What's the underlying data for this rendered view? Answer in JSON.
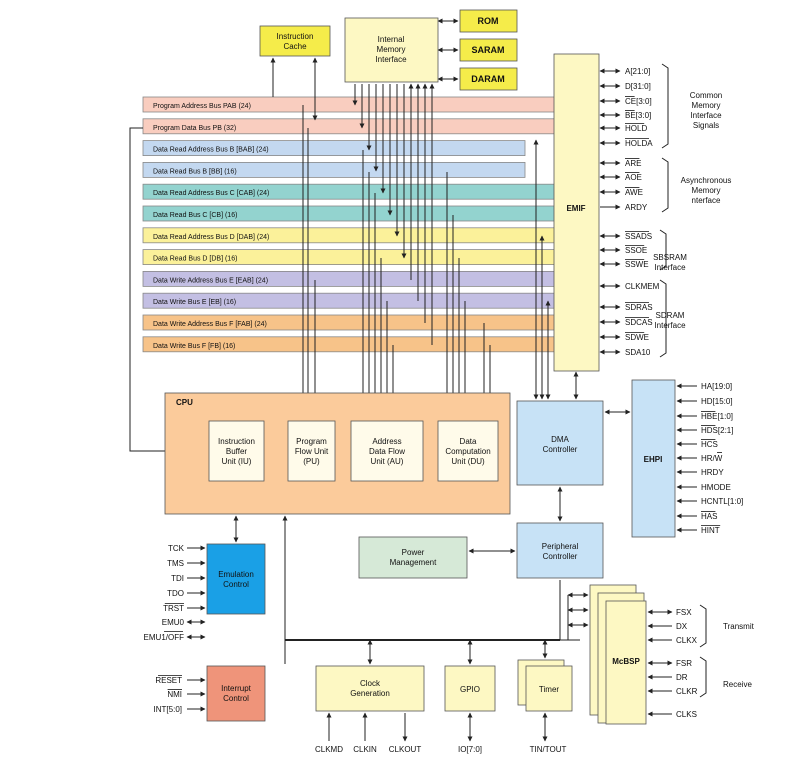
{
  "colors": {
    "yellow": "#fdf8c3",
    "yellow_strong": "#f5ec4a",
    "pink": "#f9cdbf",
    "blue": "#c3d8f0",
    "teal": "#93d3cf",
    "bus_yellow": "#fbf19a",
    "purple": "#c3bfe3",
    "orange": "#f7c389",
    "cpu": "#fbcb9b",
    "dma": "#c7e2f6",
    "green": "#d6e9d7",
    "emu": "#1aa0e6",
    "irq": "#ef947a",
    "line": "#222222"
  },
  "memory": {
    "instruction_cache": [
      "Instruction",
      "Cache"
    ],
    "internal_memory_interface": [
      "Internal",
      "Memory",
      "Interface"
    ],
    "rom": "ROM",
    "saram": "SARAM",
    "daram": "DARAM"
  },
  "buses": [
    {
      "label": "Program Address Bus PAB (24)",
      "color": "pink"
    },
    {
      "label": "Program Data Bus PB (32)",
      "color": "pink"
    },
    {
      "label": "Data Read Address Bus B [BAB] (24)",
      "color": "blue"
    },
    {
      "label": "Data Read Bus B [BB] (16)",
      "color": "blue"
    },
    {
      "label": "Data Read Address Bus C [CAB] (24)",
      "color": "teal"
    },
    {
      "label": "Data Read Bus C [CB] (16)",
      "color": "teal"
    },
    {
      "label": "Data Read Address Bus D [DAB] (24)",
      "color": "bus_yellow"
    },
    {
      "label": "Data Read Bus D [DB] (16)",
      "color": "bus_yellow"
    },
    {
      "label": "Data Write Address Bus E [EAB] (24)",
      "color": "purple"
    },
    {
      "label": "Data Write Bus E [EB] (16)",
      "color": "purple"
    },
    {
      "label": "Data Write Address Bus F [FAB] (24)",
      "color": "orange"
    },
    {
      "label": "Data Write Bus F [FB] (16)",
      "color": "orange"
    }
  ],
  "emif": {
    "label": "EMIF",
    "signals": [
      "A[21:0]",
      "D[31:0]",
      "CE[3:0]",
      "BE[3:0]",
      "HOLD",
      "HOLDA",
      "ARE",
      "AOE",
      "AWE",
      "ARDY",
      "SSADS",
      "SSOE",
      "SSWE",
      "CLKMEM",
      "SDRAS",
      "SDCAS",
      "SDWE",
      "SDA10"
    ],
    "groups": [
      {
        "lines": [
          "Common",
          "Memory",
          "Interface",
          "Signals"
        ]
      },
      {
        "lines": [
          "Asynchronous",
          "Memory",
          "nterface"
        ]
      },
      {
        "lines": [
          "SBSRAM",
          "Interface"
        ]
      },
      {
        "lines": [
          "SDRAM",
          "Interface"
        ]
      }
    ]
  },
  "cpu": {
    "title": "CPU",
    "units": [
      [
        "Instruction",
        "Buffer",
        "Unit (IU)"
      ],
      [
        "Program",
        "Flow Unit",
        "(PU)"
      ],
      [
        "Address",
        "Data Flow",
        "Unit (AU)"
      ],
      [
        "Data",
        "Computation",
        "Unit (DU)"
      ]
    ]
  },
  "dma": [
    "DMA",
    "Controller"
  ],
  "ehpi": {
    "label": "EHPI",
    "signals": [
      "HA[19:0]",
      "HD[15:0]",
      "HBE[1:0]",
      "HDS[2:1]",
      "HCS",
      "HR/W",
      "HRDY",
      "HMODE",
      "HCNTL[1:0]",
      "HAS",
      "HINT"
    ]
  },
  "peripheral_controller": [
    "Peripheral",
    "Controller"
  ],
  "power_management": [
    "Power",
    "Management"
  ],
  "emulation": {
    "label": [
      "Emulation",
      "Control"
    ],
    "signals": [
      "TCK",
      "TMS",
      "TDI",
      "TDO",
      "TRST",
      "EMU0",
      "EMU1/OFF"
    ]
  },
  "interrupt": {
    "label": [
      "Interrupt",
      "Control"
    ],
    "signals": [
      "RESET",
      "NMI",
      "INT[5:0]"
    ]
  },
  "clock": {
    "label": [
      "Clock",
      "Generation"
    ],
    "signals": [
      "CLKMD",
      "CLKIN",
      "CLKOUT"
    ]
  },
  "gpio": {
    "label": "GPIO",
    "signals": [
      "IO[7:0]"
    ]
  },
  "timer": {
    "label": "Timer",
    "signals": [
      "TIN/TOUT"
    ]
  },
  "mcbsp": {
    "label": "McBSP",
    "transmit_signals": [
      "FSX",
      "DX",
      "CLKX"
    ],
    "transmit_label": "Transmit",
    "receive_signals": [
      "FSR",
      "DR",
      "CLKR"
    ],
    "receive_label": "Receive",
    "clks": "CLKS"
  }
}
